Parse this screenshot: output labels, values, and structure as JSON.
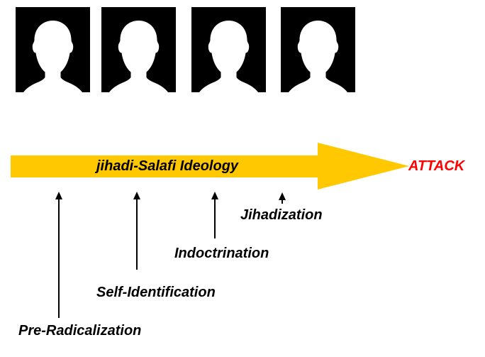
{
  "diagram": {
    "ideology_arrow": {
      "label": "jihadi-Salafi Ideology",
      "color": "#FFC800"
    },
    "attack": {
      "text": "ATTACK",
      "color": "#FF0000"
    },
    "stages": [
      {
        "label": "Pre-Radicalization"
      },
      {
        "label": "Self-Identification"
      },
      {
        "label": "Indoctrination"
      },
      {
        "label": "Jihadization"
      }
    ],
    "silhouettes": {
      "count": 4,
      "icon": "person-silhouette-icon"
    }
  }
}
